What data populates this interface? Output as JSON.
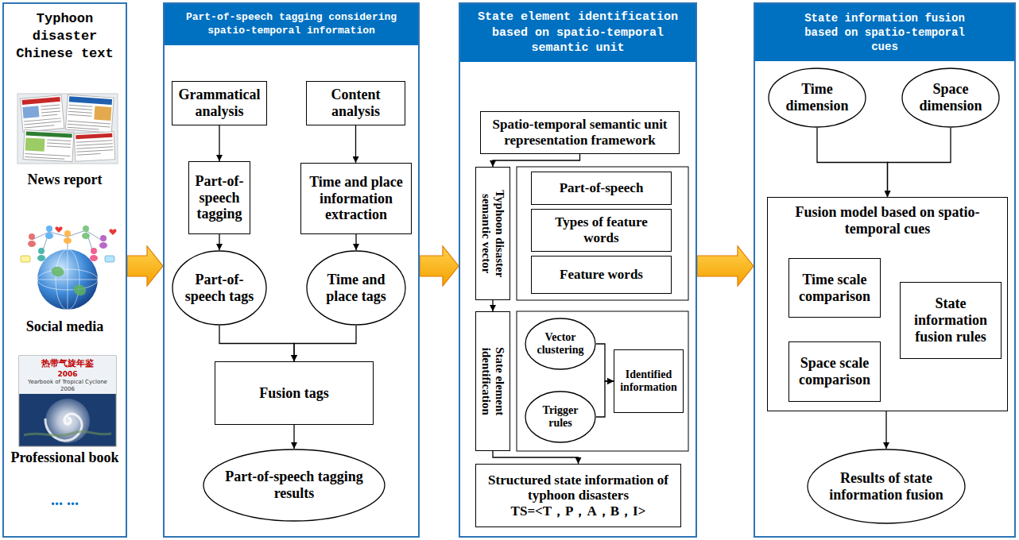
{
  "diagram": {
    "nodes": [
      {
        "text": [
          "Typhoon disaster Chinese text"
        ]
      },
      {
        "text": [
          "Part-of-speech tagging considering spatio-temporal information"
        ]
      },
      {
        "text": [
          "Grammatical analysis"
        ],
        "in": 1
      },
      {
        "text": [
          "Content analysis"
        ],
        "in": 1
      },
      {
        "text": [
          "Part-of-speech tagging"
        ],
        "in": 1
      },
      {
        "text": [
          "Time and place information extraction"
        ],
        "in": 1
      },
      {
        "text": [
          "Part-of-speech tags"
        ],
        "in": 1
      },
      {
        "text": [
          "Time and place tags"
        ],
        "in": 1
      },
      {
        "text": [
          "Fusion tags"
        ],
        "in": 1
      },
      {
        "text": [
          "Part-of-speech tagging results"
        ],
        "in": 1
      },
      {
        "text": [
          "State element identification based on spatio-temporal semantic unit"
        ]
      },
      {
        "text": [
          "Spatio-temporal semantic unit representation framework"
        ],
        "in": 10
      },
      {
        "text": [
          "Typhoon disaster semantic vector"
        ],
        "in": 10
      },
      {
        "text": [
          "Part-of-speech"
        ],
        "in": 10
      },
      {
        "text": [
          "Types of feature words"
        ],
        "in": 10
      },
      {
        "text": [
          "Feature words"
        ],
        "in": 10
      },
      {
        "text": [
          "State element identification"
        ],
        "in": 10
      },
      {
        "text": [
          "Vector clustering"
        ],
        "in": 10
      },
      {
        "text": [
          "Trigger rules"
        ],
        "in": 10
      },
      {
        "text": [
          "Identified information"
        ],
        "in": 10
      },
      {
        "text": [
          "Structured state information of typhoon disasters",
          "TS=<T，P，A，B，I>"
        ],
        "in": 10
      },
      {
        "text": [
          "State information fusion based on spatio-temporal cues"
        ]
      },
      {
        "text": [
          "Time dimension"
        ],
        "in": 21
      },
      {
        "text": [
          "Space dimension"
        ],
        "in": 21
      },
      {
        "text": [
          "Fusion model based on spatio-temporal cues"
        ],
        "in": 21
      },
      {
        "text": [
          "Time scale comparison"
        ],
        "in": 24
      },
      {
        "text": [
          "State information fusion rules"
        ],
        "in": 24
      },
      {
        "text": [
          "Space scale comparison"
        ],
        "in": 24
      },
      {
        "text": [
          "Results of state information fusion"
        ],
        "in": 21
      }
    ],
    "edges": [
      {
        "from": 0,
        "to": 1,
        "arrow": "to"
      },
      {
        "from": 1,
        "to": 10,
        "arrow": "to"
      },
      {
        "from": 10,
        "to": 21,
        "arrow": "to"
      },
      {
        "from": 2,
        "to": 4,
        "arrow": "to"
      },
      {
        "from": 3,
        "to": 5,
        "arrow": "to"
      },
      {
        "from": 4,
        "to": 6,
        "arrow": "to"
      },
      {
        "from": 5,
        "to": 7,
        "arrow": "to"
      },
      {
        "from": 6,
        "to": 8,
        "arrow": "to"
      },
      {
        "from": 7,
        "to": 8,
        "arrow": "to"
      },
      {
        "from": 8,
        "to": 9,
        "arrow": "to"
      },
      {
        "from": 11,
        "to": 12,
        "arrow": "to"
      },
      {
        "from": 12,
        "to": 16,
        "arrow": "to"
      },
      {
        "from": 16,
        "to": 20,
        "arrow": "to"
      },
      {
        "from": 17,
        "to": 19,
        "arrow": "to"
      },
      {
        "from": 18,
        "to": 19,
        "arrow": "to"
      },
      {
        "from": 22,
        "to": 24,
        "arrow": "to"
      },
      {
        "from": 23,
        "to": 24,
        "arrow": "to"
      },
      {
        "from": 25,
        "to": 26,
        "arrow": "to"
      },
      {
        "from": 27,
        "to": 26,
        "arrow": "to"
      },
      {
        "from": 24,
        "to": 28,
        "arrow": "to"
      }
    ],
    "labels": [
      "News report",
      "Social media",
      "热带气旋年鉴",
      "2006",
      "Yearbook of Tropical Cyclone",
      "2006",
      "Professional book",
      "... ..."
    ]
  }
}
